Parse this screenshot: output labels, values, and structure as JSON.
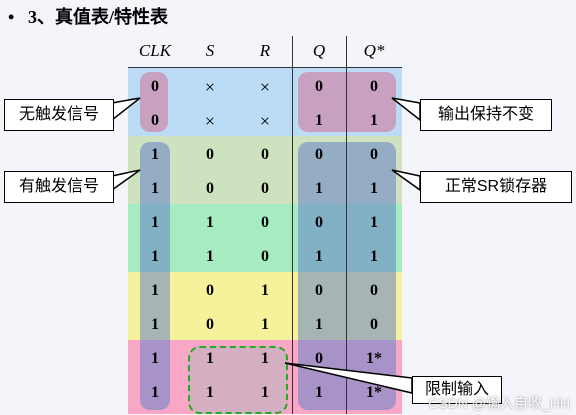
{
  "title": {
    "bullet": "•",
    "text": "3、真值表/特性表"
  },
  "table": {
    "headers": [
      "CLK",
      "S",
      "R",
      "Q",
      "Q*"
    ],
    "rows": [
      [
        "0",
        "×",
        "×",
        "0",
        "0"
      ],
      [
        "0",
        "×",
        "×",
        "1",
        "1"
      ],
      [
        "1",
        "0",
        "0",
        "0",
        "0"
      ],
      [
        "1",
        "0",
        "0",
        "1",
        "1"
      ],
      [
        "1",
        "1",
        "0",
        "0",
        "1"
      ],
      [
        "1",
        "1",
        "0",
        "1",
        "1"
      ],
      [
        "1",
        "0",
        "1",
        "0",
        "0"
      ],
      [
        "1",
        "0",
        "1",
        "1",
        "0"
      ],
      [
        "1",
        "1",
        "1",
        "0",
        "1*"
      ],
      [
        "1",
        "1",
        "1",
        "1",
        "1*"
      ]
    ]
  },
  "callouts": {
    "no_trigger": "无触发信号",
    "has_trigger": "有触发信号",
    "hold": "输出保持不变",
    "normal_sr": "正常SR锁存器",
    "restrict": "限制输入"
  },
  "watermark": "CSDN @输入自收_HH",
  "colors": {
    "band1": "#bcdcf6",
    "band2": "#cfe2c0",
    "band3": "#a6ecc0",
    "band4": "#f6f29c",
    "band5": "#f8a8c6",
    "hold_highlight": "#c8a0c0",
    "clk_highlight": "#6aa0cc",
    "restrict_border": "#22aa22"
  }
}
